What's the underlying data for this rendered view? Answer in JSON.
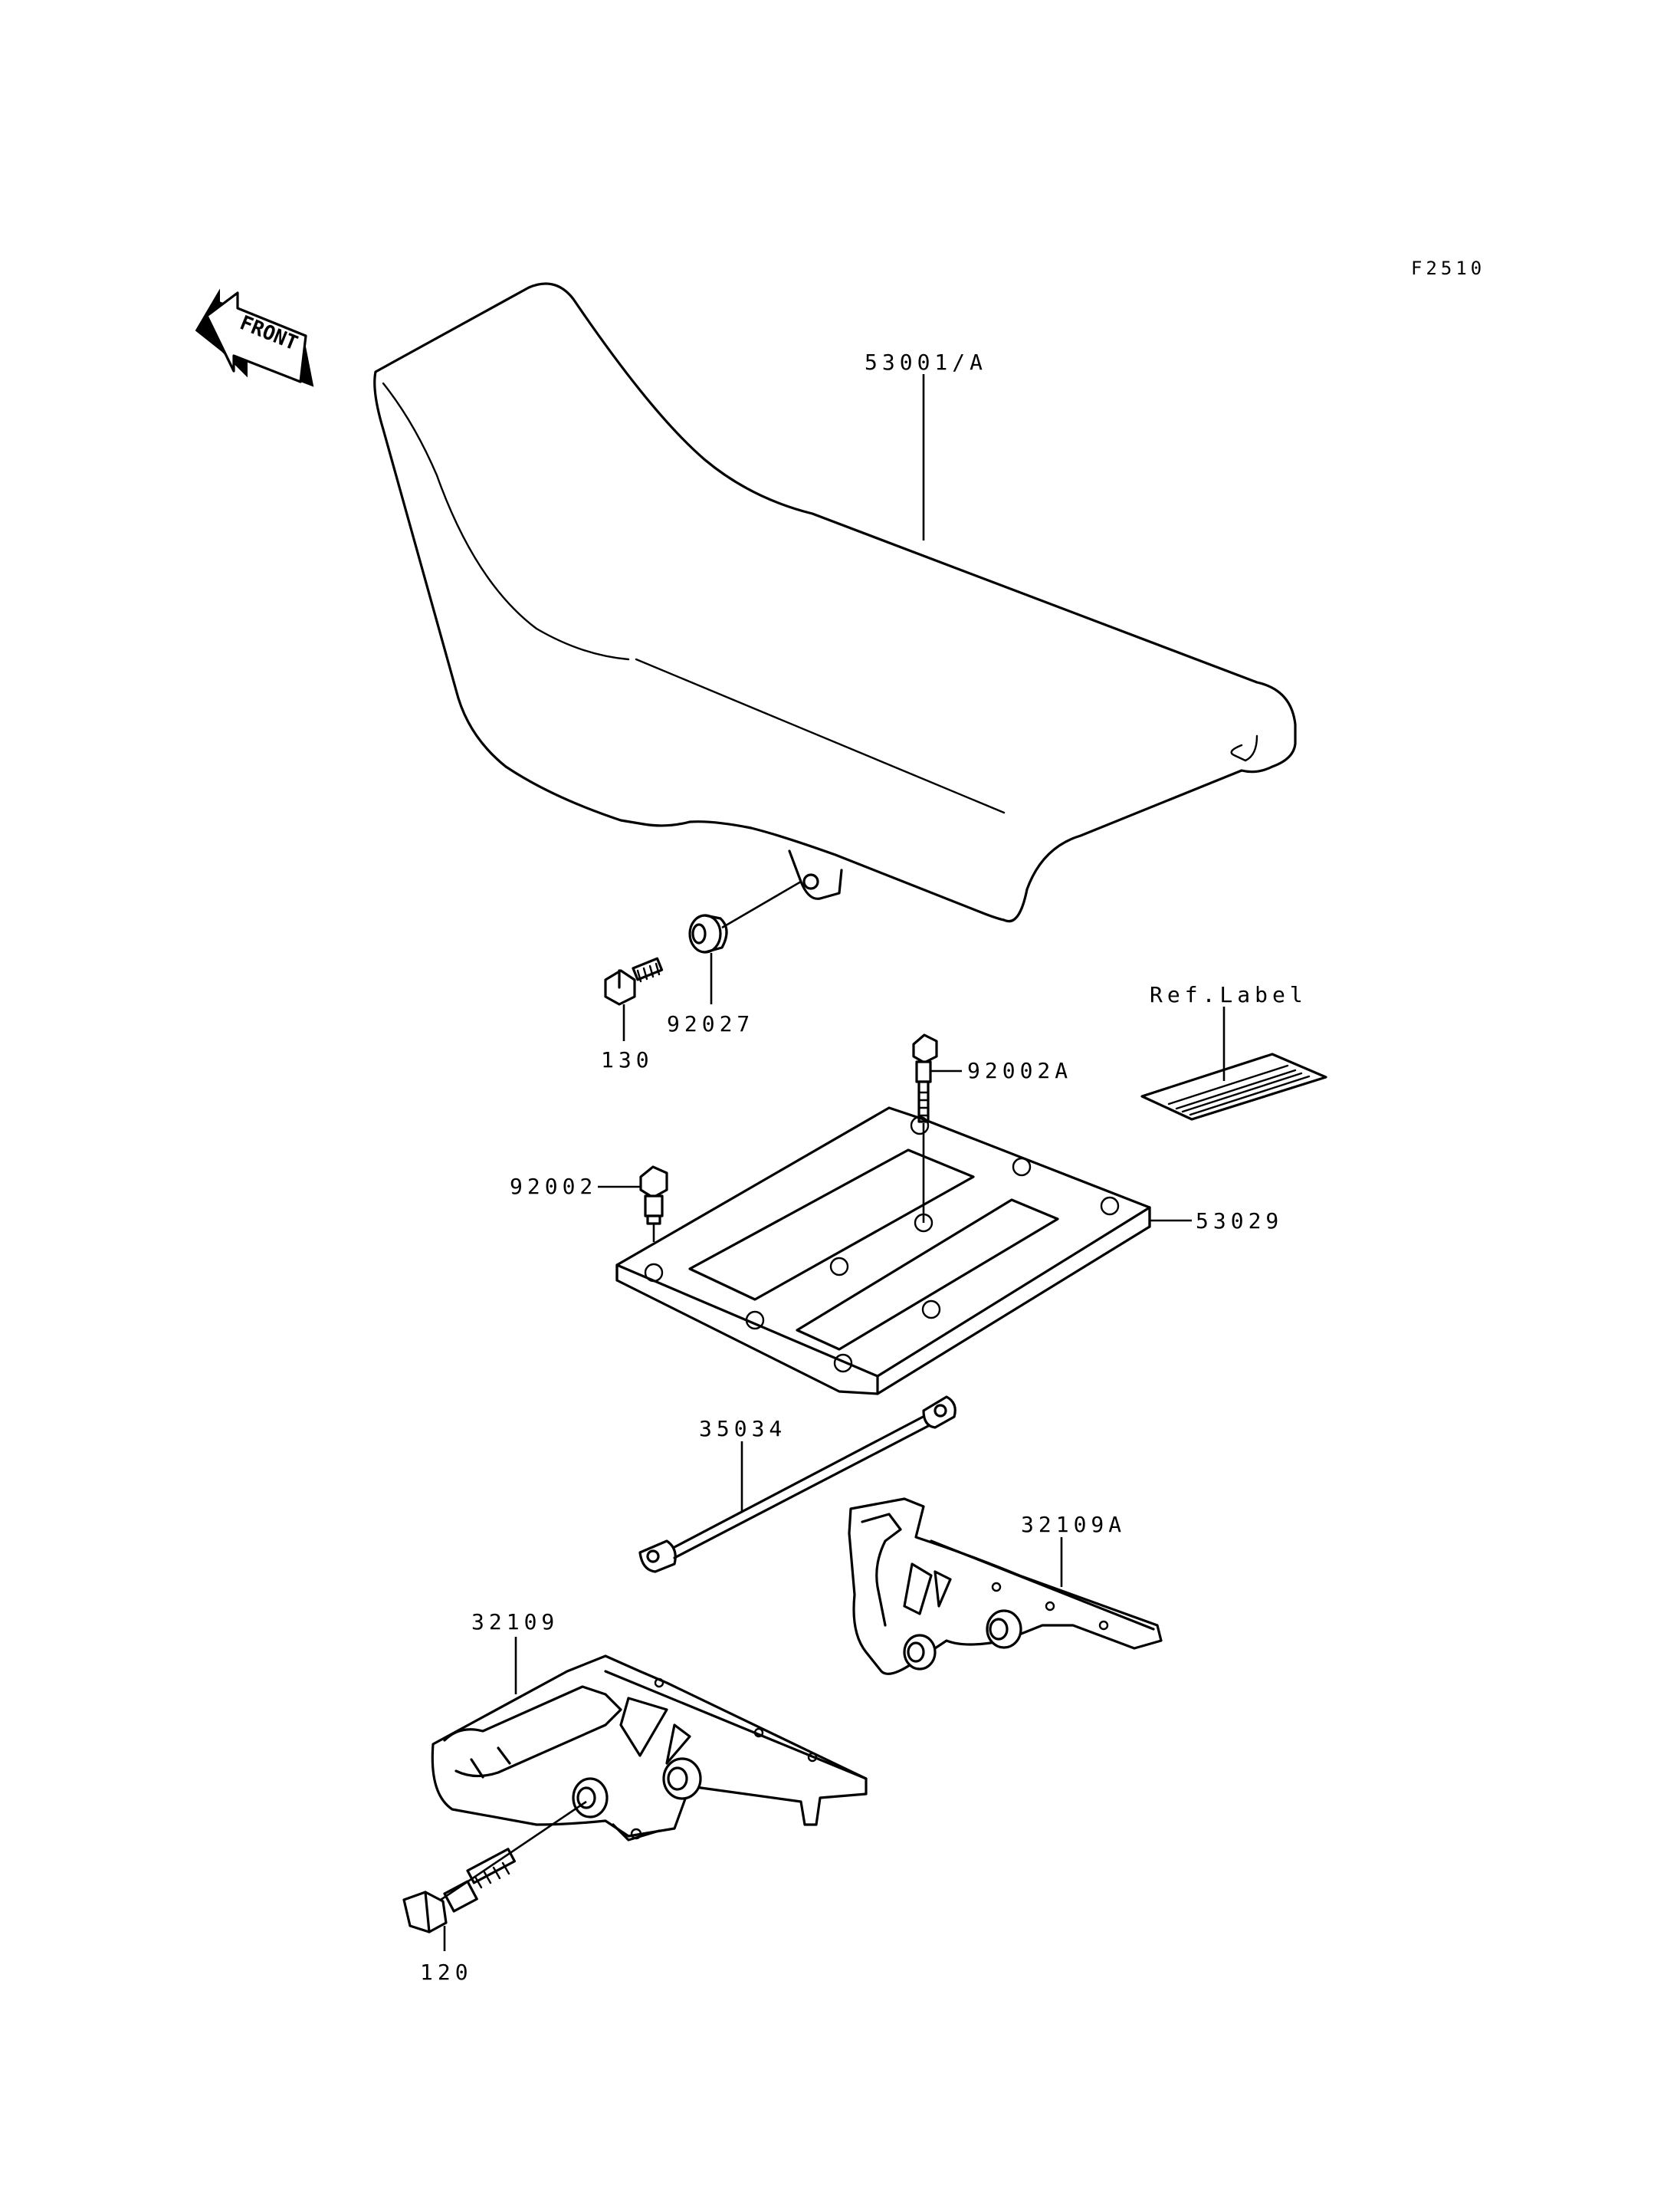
{
  "figure_code": "F2510",
  "front_arrow": {
    "text": "FRONT",
    "icon": "front-direction-arrow-icon"
  },
  "callouts": {
    "seat": "53001/A",
    "grommet": "92027",
    "bolt_130": "130",
    "bolt_92002A": "92002A",
    "ref_label": "Ref.Label",
    "bolt_92002": "92002",
    "plate": "53029",
    "strap": "35034",
    "bracket_right": "32109A",
    "bracket_left": "32109",
    "bolt_120": "120"
  }
}
